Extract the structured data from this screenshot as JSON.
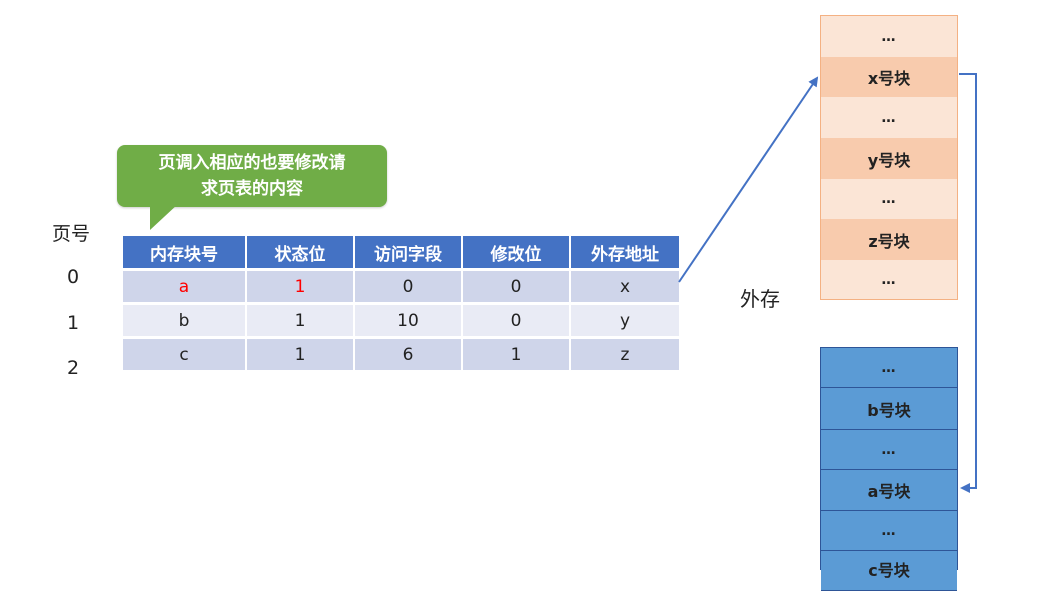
{
  "callout": {
    "line1": "页调入相应的也要修改请",
    "line2": "求页表的内容"
  },
  "page_label": "页号",
  "page_numbers": [
    "0",
    "1",
    "2"
  ],
  "table": {
    "headers": [
      "内存块号",
      "状态位",
      "访问字段",
      "修改位",
      "外存地址"
    ],
    "rows": [
      [
        "a",
        "1",
        "0",
        "0",
        "x"
      ],
      [
        "b",
        "1",
        "10",
        "0",
        "y"
      ],
      [
        "c",
        "1",
        "6",
        "1",
        "z"
      ]
    ]
  },
  "external_label": "外存",
  "external_blocks": [
    "…",
    "x号块",
    "…",
    "y号块",
    "…",
    "z号块",
    "…"
  ],
  "memory_blocks": [
    "…",
    "b号块",
    "…",
    "a号块",
    "…",
    "c号块"
  ],
  "colors": {
    "header_blue": "#4472c4",
    "callout_green": "#70ad47",
    "ext_orange": "#f8cbad",
    "mem_blue": "#5b9bd5",
    "arrow": "#4472c4",
    "highlight_red": "#ff0000"
  }
}
